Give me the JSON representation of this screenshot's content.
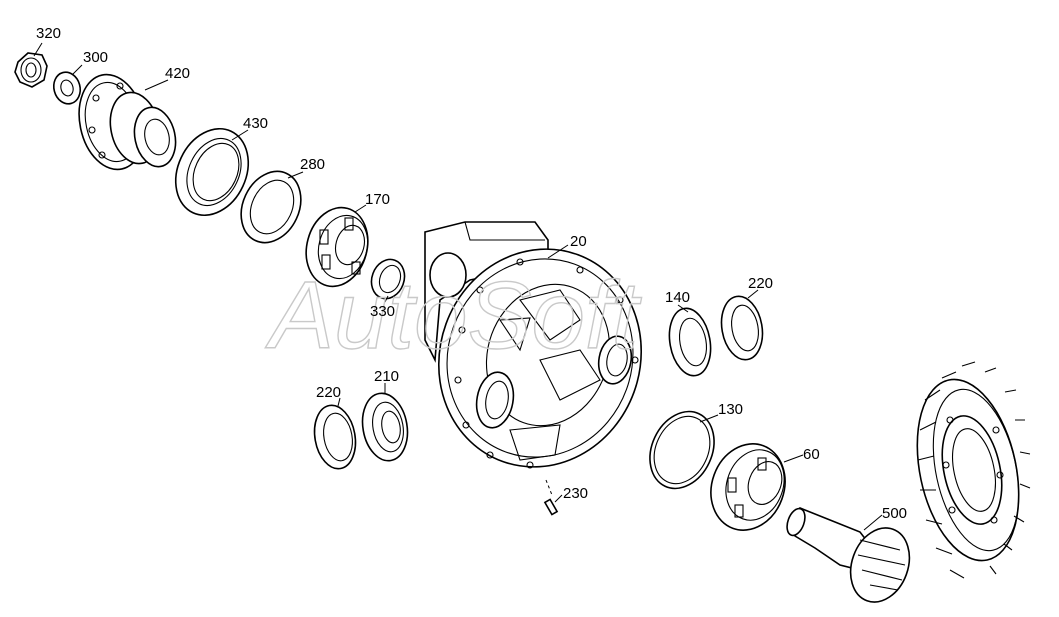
{
  "watermark": "AutoSoft",
  "labels": [
    {
      "id": "320",
      "text": "320"
    },
    {
      "id": "300",
      "text": "300"
    },
    {
      "id": "420",
      "text": "420"
    },
    {
      "id": "430",
      "text": "430"
    },
    {
      "id": "280",
      "text": "280"
    },
    {
      "id": "170",
      "text": "170"
    },
    {
      "id": "20",
      "text": "20"
    },
    {
      "id": "330",
      "text": "330"
    },
    {
      "id": "140",
      "text": "140"
    },
    {
      "id": "220a",
      "text": "220"
    },
    {
      "id": "220b",
      "text": "220"
    },
    {
      "id": "210",
      "text": "210"
    },
    {
      "id": "130",
      "text": "130"
    },
    {
      "id": "60",
      "text": "60"
    },
    {
      "id": "230",
      "text": "230"
    },
    {
      "id": "500",
      "text": "500"
    }
  ]
}
